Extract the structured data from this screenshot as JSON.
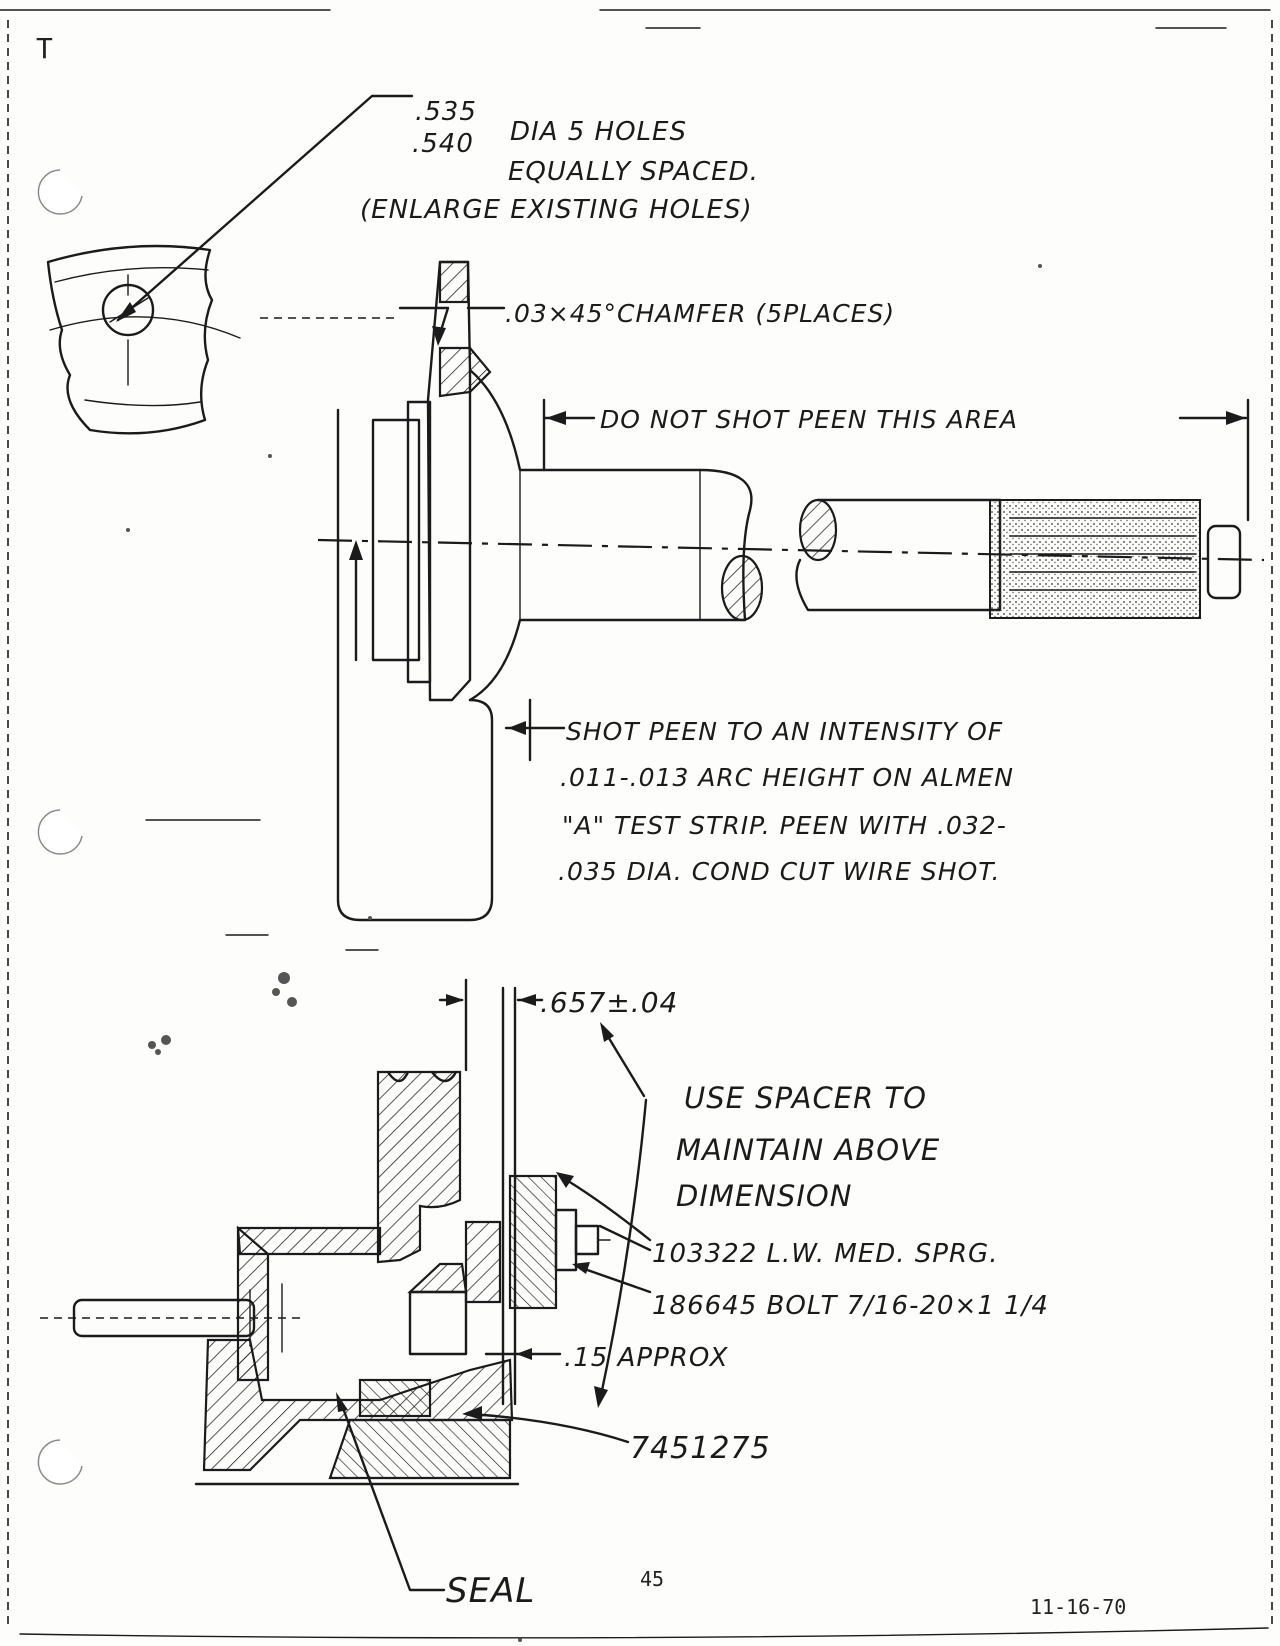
{
  "hole_note": {
    "dim_upper": ".535",
    "dim_lower": ".540",
    "line1": "DIA 5 HOLES",
    "line2": "EQUALLY SPACED.",
    "line3": "(ENLARGE EXISTING HOLES)"
  },
  "chamfer_note": ".03×45°CHAMFER (5PLACES)",
  "no_peen_note": "DO NOT SHOT PEEN THIS AREA",
  "peen_note": {
    "line1": "SHOT PEEN TO AN INTENSITY OF",
    "line2": ".011-.013 ARC HEIGHT ON ALMEN",
    "line3": "\"A\" TEST STRIP. PEEN WITH .032-",
    "line4": ".035 DIA. COND CUT WIRE SHOT."
  },
  "spacer_dim": ".657±.04",
  "spacer_note": {
    "line1": "USE SPACER TO",
    "line2": "MAINTAIN ABOVE",
    "line3": "DIMENSION"
  },
  "washer_note": "103322 L.W. MED. SPRG.",
  "bolt_note": "186645 BOLT 7/16-20×1 1/4",
  "approx_note": ".15 APPROX",
  "part_note": "7451275",
  "seal_note": "SEAL",
  "page_number": "45",
  "date": "11-16-70",
  "corner_mark": "T"
}
